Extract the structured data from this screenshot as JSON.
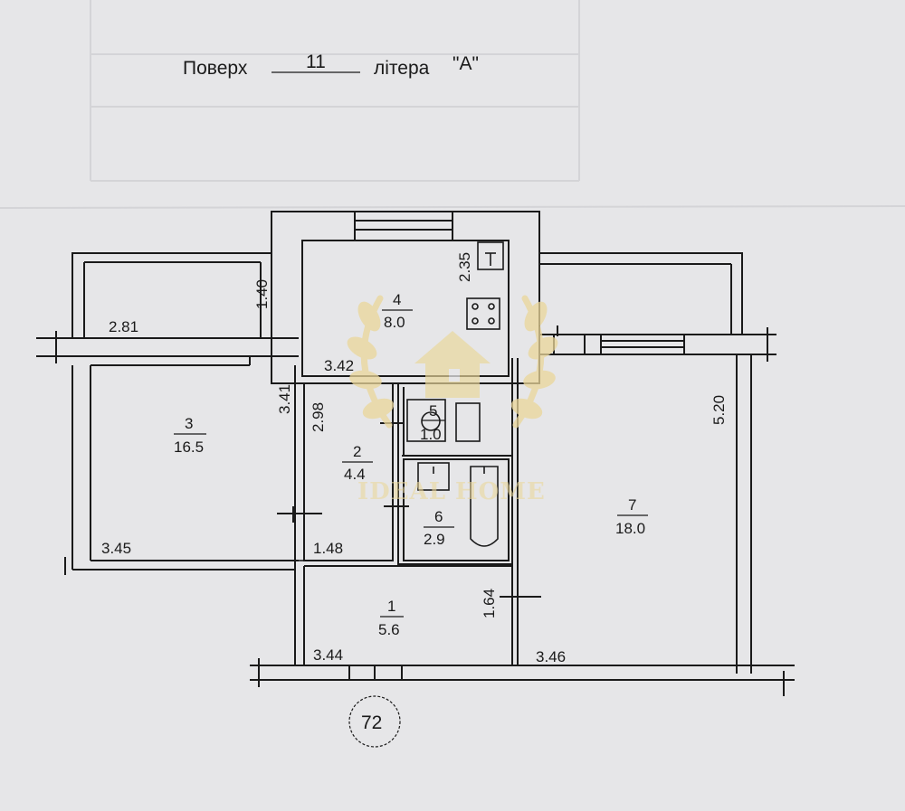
{
  "header": {
    "floor_label": "Поверх",
    "floor_number": "11",
    "letter_label": "літера",
    "letter_value": "\"А\""
  },
  "rooms": [
    {
      "number": "1",
      "area": "5.6"
    },
    {
      "number": "2",
      "area": "4.4"
    },
    {
      "number": "3",
      "area": "16.5"
    },
    {
      "number": "4",
      "area": "8.0"
    },
    {
      "number": "5",
      "area": "1.0"
    },
    {
      "number": "6",
      "area": "2.9"
    },
    {
      "number": "7",
      "area": "18.0"
    }
  ],
  "dimensions": {
    "balcony_left_width": "2.81",
    "balcony_left_depth": "1.40",
    "kitchen_depth": "2.35",
    "kitchen_width": "3.42",
    "room3_depth": "3.41",
    "room2_depth": "2.98",
    "room3_width": "3.45",
    "room2_width": "1.48",
    "hall_depth": "1.64",
    "hall_width": "3.44",
    "room7_width": "3.46",
    "room7_depth": "5.20"
  },
  "apartment_number": "72",
  "watermark": "IDEAL HOME",
  "colors": {
    "paper": "#e6e6e8",
    "ink": "#1a1a1a",
    "watermark": "#ead79a"
  }
}
